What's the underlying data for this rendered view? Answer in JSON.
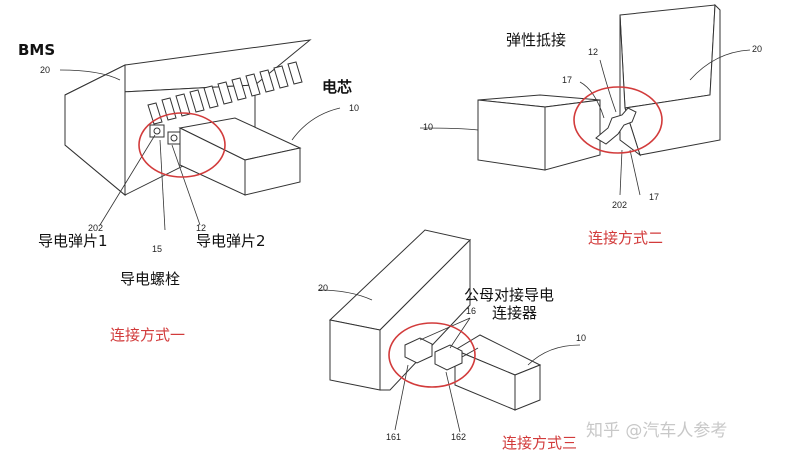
{
  "labels": {
    "bms": "BMS",
    "cell": "电芯",
    "tab1": "导电弹片1",
    "tab2": "导电弹片2",
    "bolt": "导电螺栓",
    "elastic": "弹性抵接",
    "male_female": "公母对接导电",
    "connector": "连接器"
  },
  "methods": {
    "one": "连接方式一",
    "two": "连接方式二",
    "three": "连接方式三"
  },
  "refs": {
    "n20": "20",
    "n10": "10",
    "n202": "202",
    "n15": "15",
    "n12": "12",
    "n17": "17",
    "n16": "16",
    "n161": "161",
    "n162": "162"
  },
  "watermark": "知乎 @汽车人参考",
  "colors": {
    "highlight": "#d23b3b",
    "line": "#333333"
  }
}
